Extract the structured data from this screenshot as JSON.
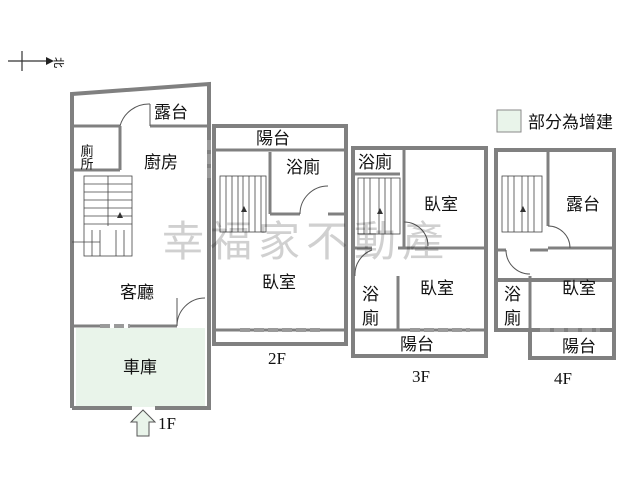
{
  "compass": {
    "label": "北",
    "icon": "north-arrow-icon"
  },
  "legend": {
    "label": "部分為增建",
    "color": "#e9f4ea"
  },
  "watermark": "幸福家不動產",
  "floors": {
    "f1": {
      "label": "1F",
      "rooms": {
        "balcony": "露台",
        "toilet": "廁所",
        "kitchen": "廚房",
        "living": "客廳",
        "garage": "車庫"
      },
      "entrance_icon": "entrance-arrow-icon"
    },
    "f2": {
      "label": "2F",
      "rooms": {
        "balcony": "陽台",
        "bath": "浴廁",
        "bedroom": "臥室"
      }
    },
    "f3": {
      "label": "3F",
      "rooms": {
        "bath_top": "浴廁",
        "bedroom_top": "臥室",
        "bath_a": "浴",
        "bath_b": "廁",
        "bedroom_bottom": "臥室",
        "balcony": "陽台"
      }
    },
    "f4": {
      "label": "4F",
      "rooms": {
        "terrace": "露台",
        "bath_a": "浴",
        "bath_b": "廁",
        "bedroom": "臥室",
        "balcony": "陽台"
      }
    }
  },
  "colors": {
    "wall": "#808080",
    "extension_fill": "#e9f4ea",
    "watermark": "#000000"
  }
}
